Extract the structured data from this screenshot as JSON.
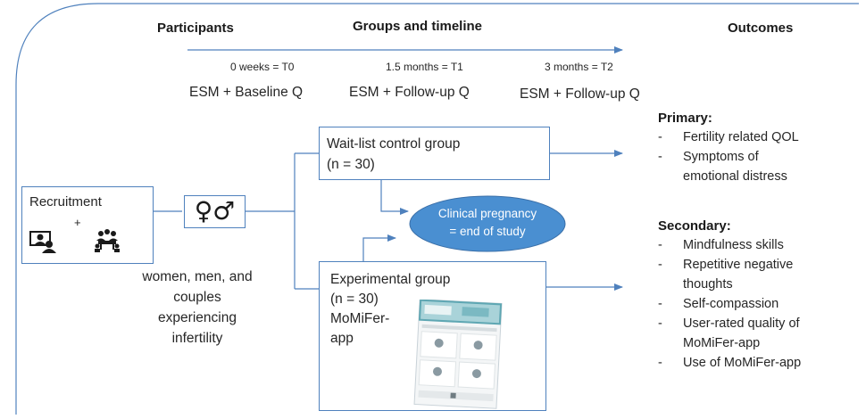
{
  "headers": {
    "participants": "Participants",
    "groups_timeline": "Groups and timeline",
    "outcomes": "Outcomes"
  },
  "timepoints": [
    {
      "label": "0 weeks = T0",
      "assessment": "ESM + Baseline Q"
    },
    {
      "label": "1.5 months = T1",
      "assessment": "ESM + Follow-up Q"
    },
    {
      "label": "3 months = T2",
      "assessment": "ESM + Follow-up Q"
    }
  ],
  "recruitment": {
    "label": "Recruitment",
    "plus": "+",
    "icons": [
      "online-recruitment-icon",
      "in-person-meeting-icon"
    ]
  },
  "participants": {
    "symbol": "♀♂",
    "description_lines": [
      "women, men, and",
      "couples",
      "experiencing",
      "infertility"
    ]
  },
  "groups": {
    "control": {
      "lines": [
        "Wait-list control group",
        "(n = 30)"
      ]
    },
    "experimental": {
      "lines": [
        "Experimental group",
        "(n = 30)",
        "MoMiFer-",
        "app"
      ]
    },
    "end_of_study": {
      "lines": [
        "Clinical pregnancy",
        "= end of study"
      ]
    }
  },
  "outcomes": {
    "primary": {
      "title": "Primary:",
      "items": [
        [
          "Fertility related QOL"
        ],
        [
          "Symptoms of",
          "emotional distress"
        ]
      ]
    },
    "secondary": {
      "title": "Secondary:",
      "items": [
        [
          "Mindfulness skills"
        ],
        [
          "Repetitive negative",
          "thoughts"
        ],
        [
          "Self-compassion"
        ],
        [
          "User-rated quality of",
          "MoMiFer-app"
        ],
        [
          "Use of MoMiFer-app"
        ]
      ]
    },
    "bullet": "-"
  },
  "colors": {
    "frame": "#4f81bd",
    "arrow": "#4f81bd",
    "ellipse_fill": "#4a8fd1",
    "ellipse_text": "#ffffff"
  }
}
